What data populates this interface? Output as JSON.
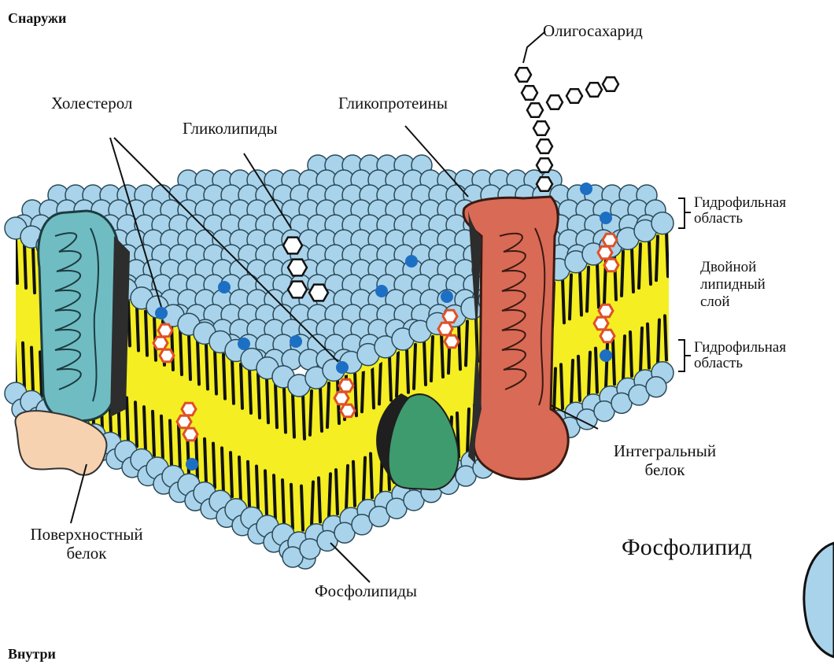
{
  "corner_labels": {
    "top": "Снаружи",
    "bottom": "Внутри"
  },
  "labels": {
    "oligosaccharide": "Олигосахарид",
    "cholesterol": "Холестерол",
    "glycolipids": "Гликолипиды",
    "glycoproteins": "Гликопротеины",
    "hydrophilic_top_1": "Гидрофильная",
    "hydrophilic_top_2": "область",
    "bilayer_1": "Двойной",
    "bilayer_2": "липидный",
    "bilayer_3": "слой",
    "hydrophilic_bottom_1": "Гидрофильная",
    "hydrophilic_bottom_2": "область",
    "integral_1": "Интегральный",
    "integral_2": "белок",
    "surface_1": "Поверхностный",
    "surface_2": "белок",
    "phospholipids": "Фосфолипиды",
    "phospholipid": "Фосфолипид"
  },
  "colors": {
    "head": "#a9d3ea",
    "head_stroke": "#2a4a5a",
    "core": "#f4ee22",
    "tail": "#111111",
    "cyan_protein": "#70bcc3",
    "red_protein": "#d96a55",
    "green_protein": "#3e9b6e",
    "peach_protein": "#f6d2b0",
    "blue_dot": "#1d6fc4",
    "cholesterol_stroke": "#e0502a"
  }
}
